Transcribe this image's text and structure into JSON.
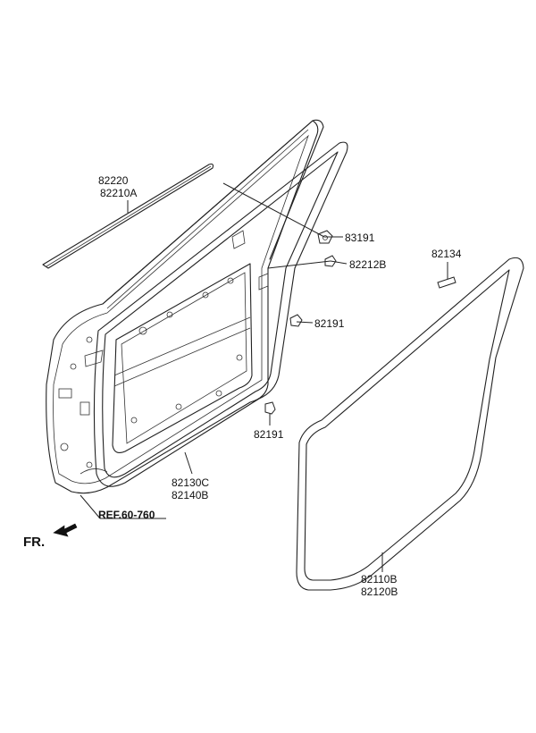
{
  "labels": {
    "p82220": "82220",
    "p82210A": "82210A",
    "p83191": "83191",
    "p82212B": "82212B",
    "p82134": "82134",
    "p82191_upper": "82191",
    "p82191_lower": "82191",
    "p82130C": "82130C",
    "p82140B": "82140B",
    "p82110B": "82110B",
    "p82120B": "82120B",
    "ref": "REF.60-760",
    "fr": "FR."
  },
  "colors": {
    "line": "#222222",
    "background": "#ffffff"
  }
}
